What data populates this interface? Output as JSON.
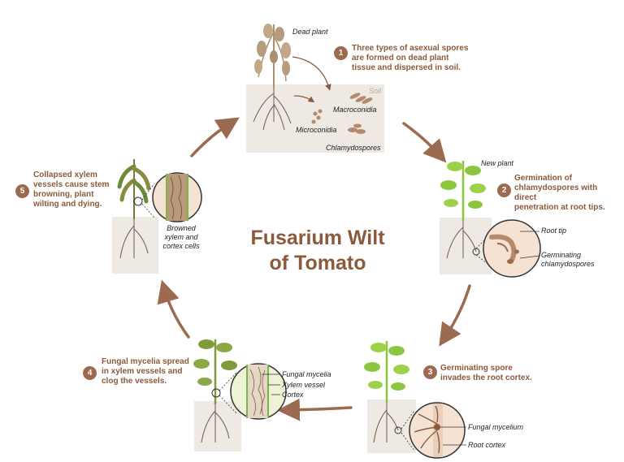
{
  "title": {
    "line1": "Fusarium Wilt",
    "line2": "of Tomato"
  },
  "steps": [
    {
      "number": "1",
      "line1": "Three types of asexual spores",
      "line2": "are formed on dead plant",
      "line3": "tissue and dispersed in soil."
    },
    {
      "number": "2",
      "line1": "Germination of",
      "line2": "chlamydospores with direct",
      "line3": "penetration at root tips."
    },
    {
      "number": "3",
      "line1": "Germinating spore",
      "line2": "invades the root cortex."
    },
    {
      "number": "4",
      "line1": "Fungal mycelia spread",
      "line2": "in xylem vessels and",
      "line3": "clog the vessels."
    },
    {
      "number": "5",
      "line1": "Collapsed xylem",
      "line2": "vessels cause stem",
      "line3": "browning, plant",
      "line4": "wilting and dying."
    }
  ],
  "labels": {
    "dead_plant": "Dead plant",
    "soil": "Soil",
    "macroconidia": "Macroconidia",
    "microconidia": "Microconidia",
    "chlamydospores": "Chlamydospores",
    "new_plant": "New plant",
    "root_tip": "Root tip",
    "germinating_1": "Germinating",
    "germinating_2": "chlamydospores",
    "fungal_mycelium": "Fungal mycelium",
    "root_cortex": "Root cortex",
    "fungal_mycelia": "Fungal mycelia",
    "xylem_vessel": "Xylem vessel",
    "cortex": "Cortex",
    "browned_1": "Browned",
    "browned_2": "xylem and",
    "browned_3": "cortex cells"
  },
  "colors": {
    "title": "#8b5a3c",
    "arrow": "#9b6a4f",
    "soil_box": "#efe9e4",
    "healthy_leaf": "#8cc63f",
    "wilted_leaf": "#6f8a3a",
    "dead_plant": "#a89070"
  }
}
